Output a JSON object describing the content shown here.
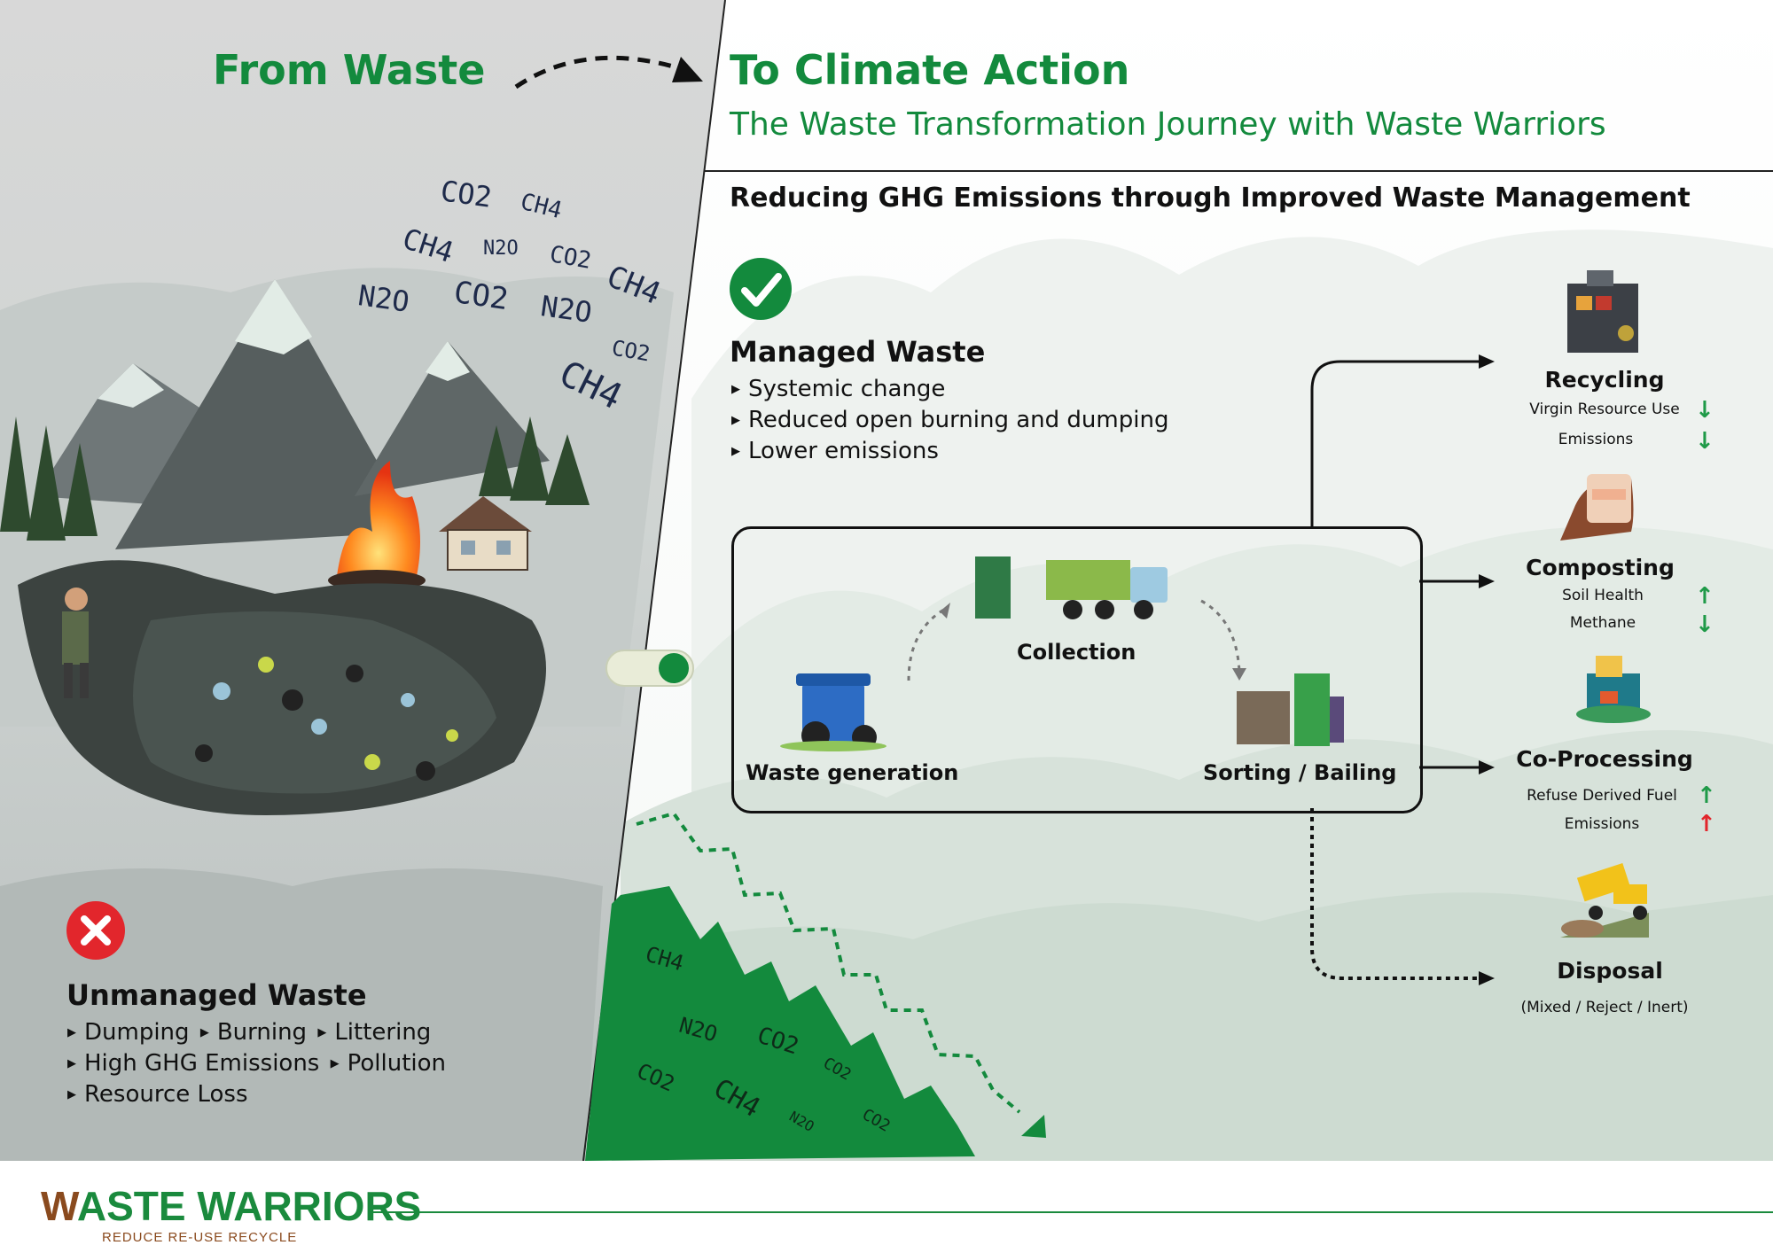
{
  "header": {
    "from_title": "From Waste",
    "to_title": "To Climate Action",
    "subtitle": "The Waste Transformation Journey with Waste Warriors",
    "section_heading": "Reducing GHG Emissions through Improved Waste Management"
  },
  "managed": {
    "title": "Managed Waste",
    "bullets": [
      "Systemic change",
      "Reduced open burning and dumping",
      "Lower emissions"
    ]
  },
  "unmanaged": {
    "title": "Unmanaged Waste",
    "row1": [
      "Dumping",
      "Burning",
      "Littering"
    ],
    "row2": [
      "High GHG Emissions",
      "Pollution"
    ],
    "row3": [
      "Resource Loss"
    ]
  },
  "flow": {
    "waste_generation": "Waste generation",
    "collection": "Collection",
    "sorting": "Sorting / Bailing"
  },
  "outcomes": {
    "recycling": {
      "title": "Recycling",
      "m1": "Virgin Resource Use",
      "m1_dir": "down",
      "m2": "Emissions",
      "m2_dir": "down"
    },
    "composting": {
      "title": "Composting",
      "m1": "Soil Health",
      "m1_dir": "up",
      "m2": "Methane",
      "m2_dir": "down"
    },
    "coprocessing": {
      "title": "Co-Processing",
      "m1": "Refuse Derived Fuel",
      "m1_dir": "up",
      "m2": "Emissions",
      "m2_dir": "up"
    },
    "disposal": {
      "title": "Disposal",
      "sub": "(Mixed / Reject / Inert)"
    }
  },
  "gases_sky": [
    "CO2",
    "CH4",
    "CH4",
    "N2O",
    "CO2",
    "CH4",
    "N2O",
    "CO2",
    "N2O",
    "CO2",
    "CH4"
  ],
  "gases_ground": [
    "CH4",
    "N2O",
    "CO2",
    "CO2",
    "CO2",
    "CH4",
    "N2O",
    "CO2"
  ],
  "brand": {
    "name_prefix": "W",
    "name_rest": "ASTE WARRIORS",
    "tagline": "REDUCE RE-USE RECYCLE"
  },
  "colors": {
    "brand_green": "#138a3d",
    "up_arrow": "#1f9a48",
    "down_arrow": "#1f9a48",
    "warning_up": "#e2262c",
    "brown": "#8a4a1e"
  },
  "icons": {
    "managed": "check-circle-icon",
    "unmanaged": "x-circle-icon",
    "toggle": "toggle-switch-icon"
  }
}
